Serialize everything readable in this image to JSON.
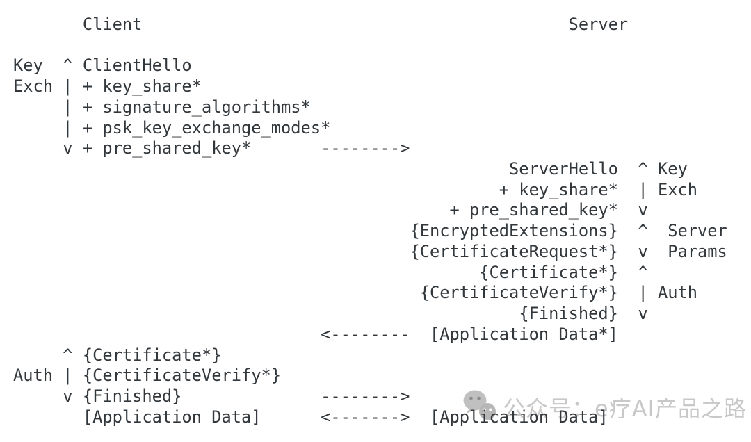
{
  "colors": {
    "background": "#ffffff",
    "text": "#32373c",
    "watermark": "#c8c8c8",
    "watermark_icon": "#bfbfbf",
    "watermark_icon_dark": "#8d8d8d"
  },
  "diagram": {
    "kind": "tls13-handshake-ascii-flow",
    "rows": [
      {
        "name": "row-headers",
        "segments": [
          {
            "col": 7,
            "text": "Client",
            "name": "client-header"
          },
          {
            "col": 56,
            "text": "Server",
            "name": "server-header"
          }
        ]
      },
      {
        "name": "row-spacer",
        "segments": []
      },
      {
        "name": "row-client-hello",
        "segments": [
          {
            "col": 0,
            "text": "Key",
            "name": "key-exch-label-line1"
          },
          {
            "col": 5,
            "text": "^",
            "name": "bracket-top"
          },
          {
            "col": 7,
            "text": "ClientHello",
            "name": "message-client-hello"
          }
        ]
      },
      {
        "name": "row-key-share",
        "segments": [
          {
            "col": 0,
            "text": "Exch",
            "name": "key-exch-label-line2"
          },
          {
            "col": 5,
            "text": "|",
            "name": "bracket-mid"
          },
          {
            "col": 7,
            "text": "+ key_share*",
            "name": "extension-key-share"
          }
        ]
      },
      {
        "name": "row-signature-algorithms",
        "segments": [
          {
            "col": 5,
            "text": "|",
            "name": "bracket-mid"
          },
          {
            "col": 7,
            "text": "+ signature_algorithms*",
            "name": "extension-signature-algorithms"
          }
        ]
      },
      {
        "name": "row-psk-key-exchange-modes",
        "segments": [
          {
            "col": 5,
            "text": "|",
            "name": "bracket-mid"
          },
          {
            "col": 7,
            "text": "+ psk_key_exchange_modes*",
            "name": "extension-psk-key-exchange-modes"
          }
        ]
      },
      {
        "name": "row-pre-shared-key",
        "segments": [
          {
            "col": 5,
            "text": "v",
            "name": "bracket-bottom"
          },
          {
            "col": 7,
            "text": "+ pre_shared_key*",
            "name": "extension-pre-shared-key"
          },
          {
            "col": 31,
            "text": "-------->",
            "name": "arrow-right"
          }
        ]
      },
      {
        "name": "row-server-hello",
        "segments": [
          {
            "col": 50,
            "text": "ServerHello",
            "name": "message-server-hello"
          },
          {
            "col": 63,
            "text": "^",
            "name": "bracket-top"
          },
          {
            "col": 65,
            "text": "Key",
            "name": "server-key-exch-label-line1"
          }
        ]
      },
      {
        "name": "row-server-key-share",
        "segments": [
          {
            "col": 49,
            "text": "+ key_share*",
            "name": "extension-key-share"
          },
          {
            "col": 63,
            "text": "|",
            "name": "bracket-mid"
          },
          {
            "col": 65,
            "text": "Exch",
            "name": "server-key-exch-label-line2"
          }
        ]
      },
      {
        "name": "row-server-pre-shared-key",
        "segments": [
          {
            "col": 44,
            "text": "+ pre_shared_key*",
            "name": "extension-pre-shared-key"
          },
          {
            "col": 63,
            "text": "v",
            "name": "bracket-bottom"
          }
        ]
      },
      {
        "name": "row-encrypted-extensions",
        "segments": [
          {
            "col": 40,
            "text": "{EncryptedExtensions}",
            "name": "message-encrypted-extensions"
          },
          {
            "col": 63,
            "text": "^",
            "name": "bracket-top"
          },
          {
            "col": 66,
            "text": "Server",
            "name": "server-params-label-line1"
          }
        ]
      },
      {
        "name": "row-certificate-request",
        "segments": [
          {
            "col": 40,
            "text": "{CertificateRequest*}",
            "name": "message-certificate-request"
          },
          {
            "col": 63,
            "text": "v",
            "name": "bracket-bottom"
          },
          {
            "col": 66,
            "text": "Params",
            "name": "server-params-label-line2"
          }
        ]
      },
      {
        "name": "row-server-certificate",
        "segments": [
          {
            "col": 47,
            "text": "{Certificate*}",
            "name": "message-certificate"
          },
          {
            "col": 63,
            "text": "^",
            "name": "bracket-top"
          }
        ]
      },
      {
        "name": "row-server-certificate-verify",
        "segments": [
          {
            "col": 41,
            "text": "{CertificateVerify*}",
            "name": "message-certificate-verify"
          },
          {
            "col": 63,
            "text": "|",
            "name": "bracket-mid"
          },
          {
            "col": 65,
            "text": "Auth",
            "name": "server-auth-label"
          }
        ]
      },
      {
        "name": "row-server-finished",
        "segments": [
          {
            "col": 51,
            "text": "{Finished}",
            "name": "message-finished"
          },
          {
            "col": 63,
            "text": "v",
            "name": "bracket-bottom"
          }
        ]
      },
      {
        "name": "row-server-app-data",
        "segments": [
          {
            "col": 31,
            "text": "<--------",
            "name": "arrow-left"
          },
          {
            "col": 42,
            "text": "[Application Data*]",
            "name": "message-application-data-optional"
          }
        ]
      },
      {
        "name": "row-client-certificate",
        "segments": [
          {
            "col": 5,
            "text": "^",
            "name": "bracket-top"
          },
          {
            "col": 7,
            "text": "{Certificate*}",
            "name": "message-certificate"
          }
        ]
      },
      {
        "name": "row-client-certificate-verify",
        "segments": [
          {
            "col": 0,
            "text": "Auth",
            "name": "client-auth-label"
          },
          {
            "col": 5,
            "text": "|",
            "name": "bracket-mid"
          },
          {
            "col": 7,
            "text": "{CertificateVerify*}",
            "name": "message-certificate-verify"
          }
        ]
      },
      {
        "name": "row-client-finished",
        "segments": [
          {
            "col": 5,
            "text": "v",
            "name": "bracket-bottom"
          },
          {
            "col": 7,
            "text": "{Finished}",
            "name": "message-finished"
          },
          {
            "col": 31,
            "text": "-------->",
            "name": "arrow-right"
          }
        ]
      },
      {
        "name": "row-app-data-exchange",
        "segments": [
          {
            "col": 7,
            "text": "[Application Data]",
            "name": "message-application-data-client"
          },
          {
            "col": 31,
            "text": "<------->",
            "name": "arrow-both"
          },
          {
            "col": 42,
            "text": "[Application Data]",
            "name": "message-application-data-server"
          }
        ]
      }
    ]
  },
  "watermark": {
    "icon": "wechat-icon",
    "text": "公众号：e疗AI产品之路"
  }
}
